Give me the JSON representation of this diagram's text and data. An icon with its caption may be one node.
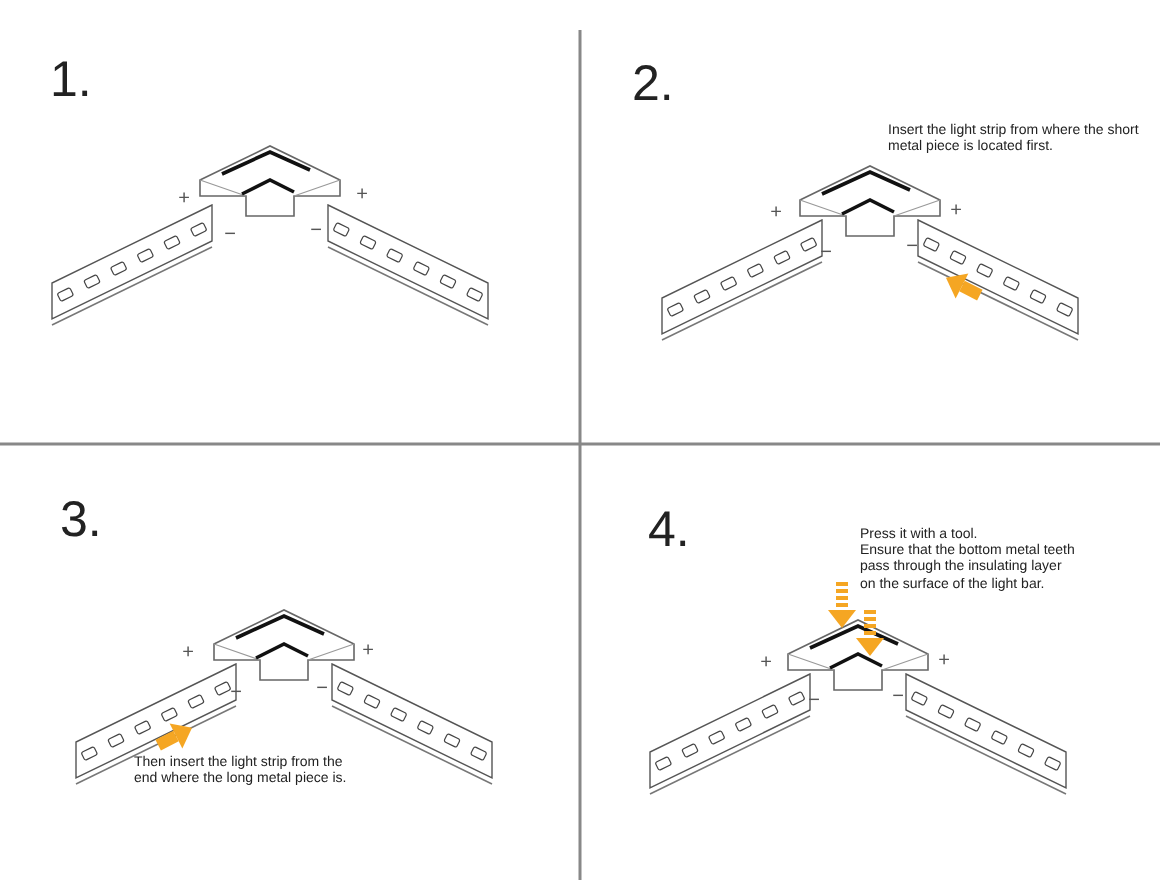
{
  "diagram": {
    "labels": [
      "1.",
      "+",
      "−",
      "+",
      "−",
      "2.",
      "Insert the light strip from where the short metal piece is located first.",
      "+",
      "−",
      "+",
      "−",
      "3.",
      "+",
      "−",
      "+",
      "−",
      "Then insert the light strip from the end where the long metal piece is.",
      "4.",
      "Press it with a tool.",
      "Ensure that the bottom metal teeth pass through the insulating layer on the surface of the light bar.",
      "+",
      "−",
      "+",
      "−"
    ]
  }
}
